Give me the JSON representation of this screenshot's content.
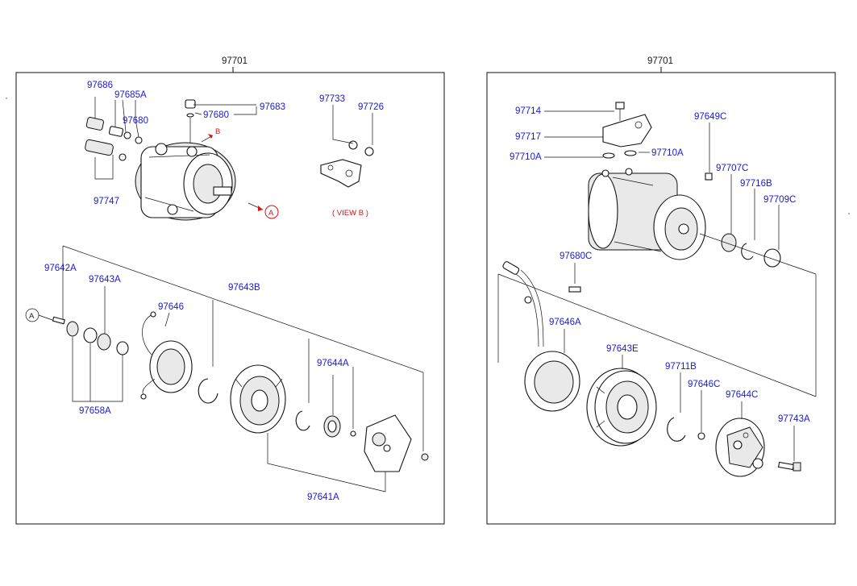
{
  "left_panel": {
    "assembly_label": "97701",
    "labels": {
      "p97686": "97686",
      "p97685a": "97685A",
      "p97680": "97680",
      "p97683": "97683",
      "p97680b": "97680",
      "p97747": "97747",
      "p97733": "97733",
      "p97726": "97726",
      "view_b": "( VIEW  B )",
      "marker_b": "B",
      "marker_a": "A",
      "marker_a2": "A",
      "p97642a": "97642A",
      "p97643a": "97643A",
      "p97643b": "97643B",
      "p97646": "97646",
      "p97644a": "97644A",
      "p97658a": "97658A",
      "p97641a": "97641A"
    }
  },
  "right_panel": {
    "assembly_label": "97701",
    "labels": {
      "p97714": "97714",
      "p97717": "97717",
      "p97710a_l": "97710A",
      "p97710a_r": "97710A",
      "p97649c": "97649C",
      "p97707c": "97707C",
      "p97716b": "97716B",
      "p97709c": "97709C",
      "p97680c": "97680C",
      "p97646a": "97646A",
      "p97643e": "97643E",
      "p97711b": "97711B",
      "p97646c": "97646C",
      "p97644c": "97644C",
      "p97743a": "97743A"
    }
  },
  "colors": {
    "label": "#1a1acc",
    "marker": "#dd1111",
    "line": "#111111"
  }
}
